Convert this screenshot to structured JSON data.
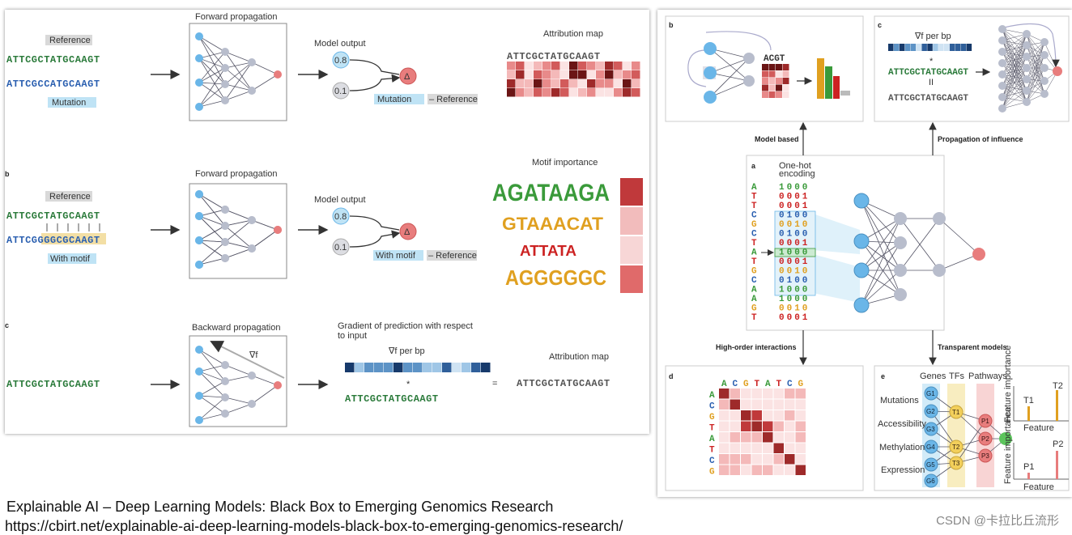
{
  "left": {
    "row_a": {
      "reference_label": "Reference",
      "mutation_label": "Mutation",
      "seq_ref": "ATTCGCTATGCAAGT",
      "seq_mut": "ATTCGCCATGCAAGT",
      "forward_title": "Forward propagation",
      "model_output": "Model output",
      "out_high": "0.8",
      "out_low": "0.1",
      "delta": "Δ",
      "diff_a": "Mutation",
      "diff_b": "– Reference",
      "attribution_title": "Attribution map",
      "attr_seq": "ATTCGCTATGCAAGT"
    },
    "row_b": {
      "label": "b",
      "reference_label": "Reference",
      "motif_label": "With motif",
      "seq_ref": "ATTCGCTATGCAAGT",
      "seq_motif": "ATTCGGGGCGCAAGT",
      "forward_title": "Forward propagation",
      "model_output": "Model output",
      "out_high": "0.8",
      "out_low": "0.1",
      "delta": "Δ",
      "diff_a": "With motif",
      "diff_b": "– Reference",
      "motif_title": "Motif importance",
      "motifs": [
        "AGATAAGA",
        "GTAAACAT",
        "ATTATA",
        "AGGGGGC"
      ],
      "motif_importance": [
        0.95,
        0.35,
        0.25,
        0.7
      ]
    },
    "row_c": {
      "label": "c",
      "seq": "ATTCGCTATGCAAGT",
      "backward_title": "Backward propagation",
      "grad_symbol": "∇f",
      "gradient_title_1": "Gradient of prediction with respect",
      "gradient_title_2": "to input",
      "grad_per_bp": "∇f per bp",
      "star": "*",
      "grad_seq": "ATTCGCTATGCAAGT",
      "equals": "=",
      "attribution_title": "Attribution map",
      "attr_seq": "ATTCGCTATGCAAGT"
    }
  },
  "right": {
    "b": {
      "label": "b",
      "acgt": "ACGT"
    },
    "c": {
      "label": "c",
      "grad_per_bp": "∇f per bp",
      "star": "*",
      "equals": "II",
      "seq": "ATTCGCTATGCAAGT",
      "attr_seq": "ATTCGCTATGCAAGT"
    },
    "a": {
      "label": "a",
      "onehot_1": "One-hot",
      "onehot_2": "encoding",
      "bases": [
        "A",
        "T",
        "T",
        "C",
        "G",
        "C",
        "T",
        "A",
        "T",
        "G",
        "C",
        "A",
        "A",
        "G",
        "T"
      ],
      "codes": [
        "1000",
        "0001",
        "0001",
        "0100",
        "0010",
        "0100",
        "0001",
        "1000",
        "0001",
        "0010",
        "0100",
        "1000",
        "1000",
        "0010",
        "0001"
      ]
    },
    "model_based": "Model based",
    "propagation": "Propagation of influence",
    "high_order": "High-order interactions",
    "transparent": "Transparent models",
    "d": {
      "label": "d",
      "cols": [
        "A",
        "C",
        "G",
        "T",
        "A",
        "T",
        "C",
        "G"
      ],
      "rows": [
        "A",
        "C",
        "G",
        "T",
        "A",
        "T",
        "C",
        "G"
      ]
    },
    "e": {
      "label": "e",
      "headers": [
        "Genes",
        "TFs",
        "Pathways"
      ],
      "row_labels": [
        "Mutations",
        "Accessibility",
        "Methylation",
        "Expression"
      ],
      "genes": [
        "G1",
        "G2",
        "G3",
        "G4",
        "G5",
        "G6"
      ],
      "tfs": [
        "T1",
        "T2",
        "T3"
      ],
      "pathways": [
        "P1",
        "P2",
        "P3"
      ],
      "feature_importance": "Feature importance",
      "feature": "Feature",
      "bar_top": [
        "T1",
        "T2"
      ],
      "bar_bottom": [
        "P1",
        "P2"
      ]
    }
  },
  "caption": "Explainable AI – Deep Learning Models: Black Box to Emerging Genomics Research",
  "url": "https://cbirt.net/explainable-ai-deep-learning-models-black-box-to-emerging-genomics-research/",
  "watermark": "CSDN @卡拉比丘流形",
  "colors": {
    "A": "#3a9a3a",
    "C": "#2a5fb0",
    "G": "#e0a020",
    "T": "#cc2222",
    "blue_node": "#6ab6e8",
    "grey_node": "#b8bdcc",
    "red_node": "#e87d7d"
  }
}
